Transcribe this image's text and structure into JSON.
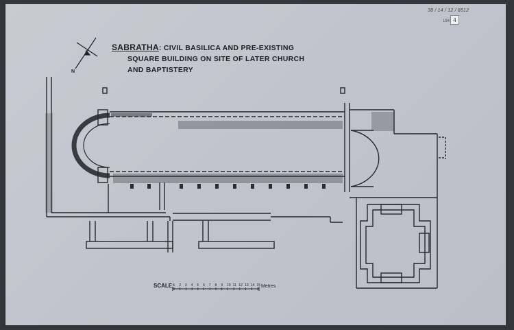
{
  "document": {
    "title_lead": "SABRATHA",
    "title_rest": ": CIVIL BASILICA AND PRE-EXISTING",
    "title_line2": "SQUARE BUILDING ON SITE OF LATER CHURCH",
    "title_line3": "AND BAPTISTERY",
    "reference_number": "38 / 14 / 12 / 8512",
    "box_label": "184-",
    "box_value": "4",
    "scale_label": "SCALE:",
    "scale_ticks": [
      "1",
      "2",
      "3",
      "4",
      "5",
      "6",
      "7",
      "8",
      "9",
      "10",
      "11",
      "12",
      "13",
      "14",
      "15"
    ],
    "scale_unit": "Metres",
    "north_label": "N"
  },
  "colors": {
    "paper": "#c4c6cf",
    "ink": "#1e1f23"
  }
}
